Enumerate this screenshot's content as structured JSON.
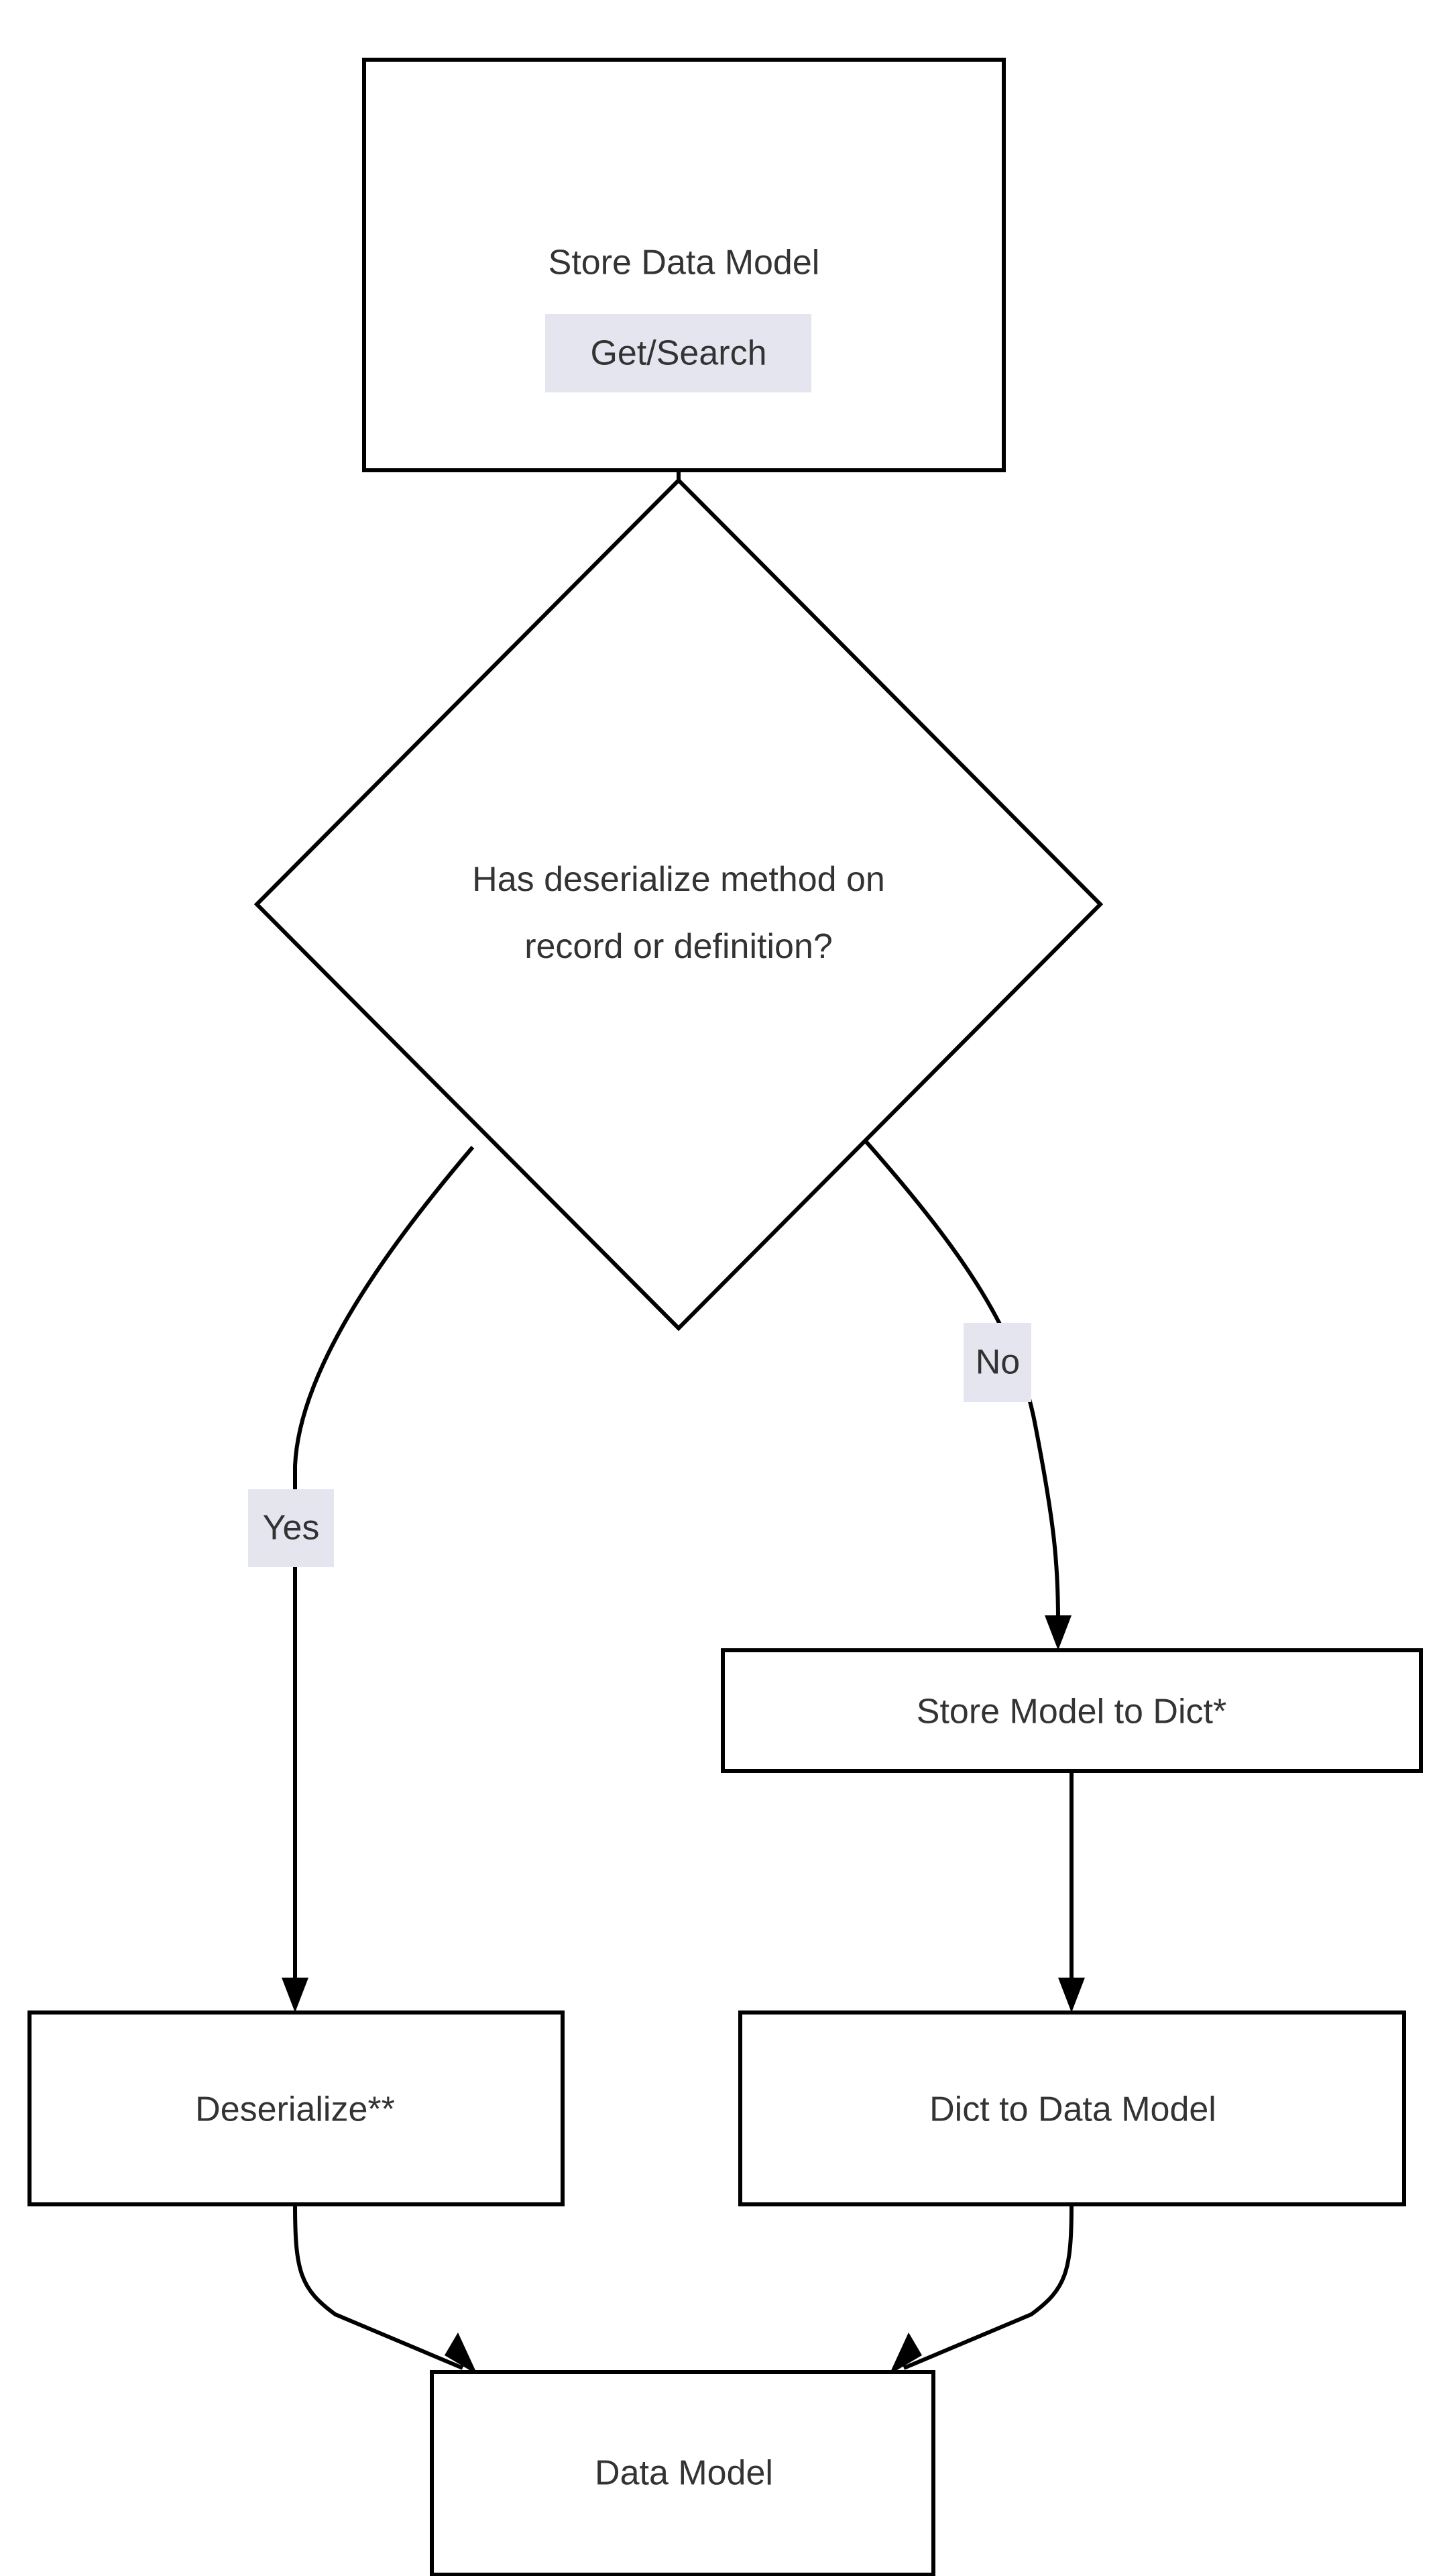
{
  "diagram": {
    "type": "flowchart",
    "orientation": "top-to-bottom",
    "background_color": "#ffffff",
    "node_fill": "#ffffff",
    "node_stroke": "#000000",
    "text_color": "#333333",
    "edge_label_bg": "#e5e5f0",
    "nodes": [
      {
        "id": "store_data_model",
        "shape": "rect",
        "label": "Store Data Model"
      },
      {
        "id": "has_deserialize",
        "shape": "diamond",
        "label_line1": "Has deserialize method on",
        "label_line2": "record or definition?"
      },
      {
        "id": "store_model_to_dict",
        "shape": "rect",
        "label": "Store Model to Dict*"
      },
      {
        "id": "deserialize",
        "shape": "rect",
        "label": "Deserialize**"
      },
      {
        "id": "dict_to_data_model",
        "shape": "rect",
        "label": "Dict to Data Model"
      },
      {
        "id": "data_model",
        "shape": "rect",
        "label": "Data Model"
      }
    ],
    "edges": [
      {
        "from": "store_data_model",
        "to": "has_deserialize",
        "label": "Get/Search"
      },
      {
        "from": "has_deserialize",
        "to": "deserialize",
        "label": "Yes"
      },
      {
        "from": "has_deserialize",
        "to": "store_model_to_dict",
        "label": "No"
      },
      {
        "from": "store_model_to_dict",
        "to": "dict_to_data_model",
        "label": ""
      },
      {
        "from": "deserialize",
        "to": "data_model",
        "label": ""
      },
      {
        "from": "dict_to_data_model",
        "to": "data_model",
        "label": ""
      }
    ]
  }
}
